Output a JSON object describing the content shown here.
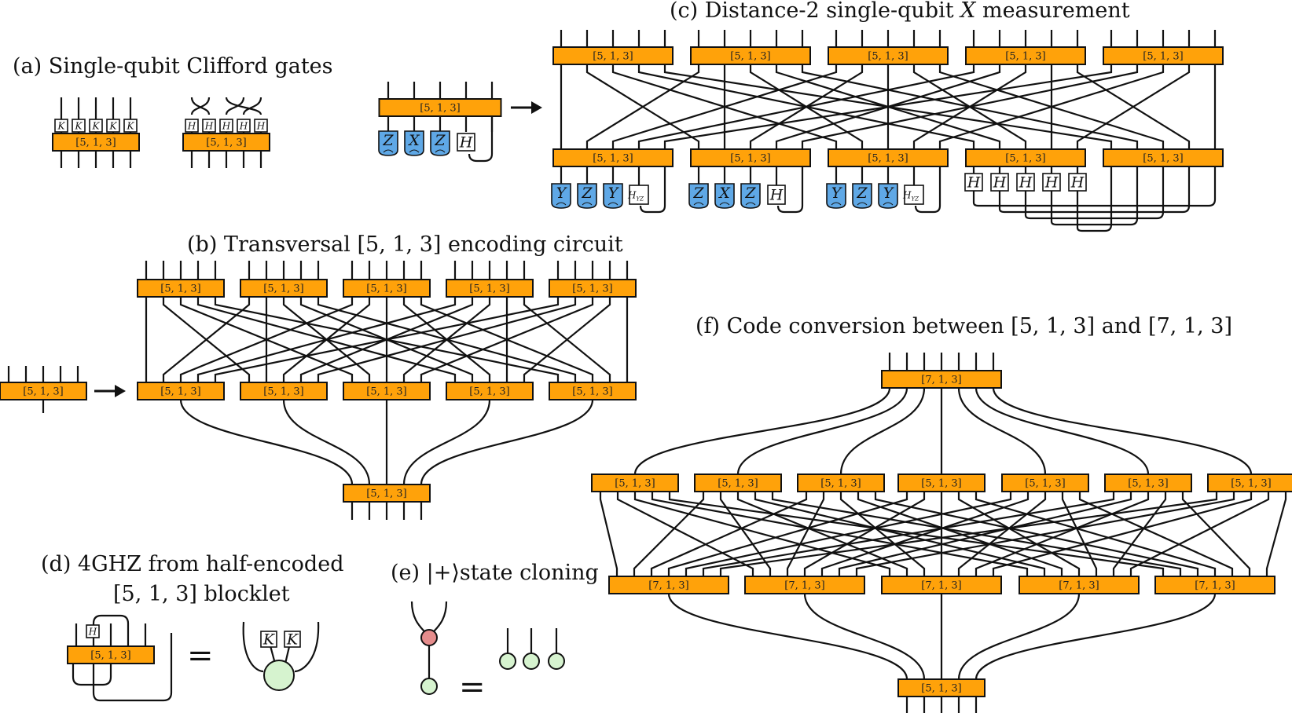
{
  "colors": {
    "block_fill": "#ffa20a",
    "measure_fill": "#5fa8e6",
    "node_red": "#e58c8c",
    "node_green": "#d6f3cf",
    "line": "#111111"
  },
  "titles": {
    "a": "(a) Single-qubit Clifford gates",
    "b": "(b) Transversal [5, 1, 3] encoding circuit",
    "c_pre": "(c) Distance-2 single-qubit ",
    "c_var": "X",
    "c_post": " measurement",
    "d1": "(d) 4GHZ from half-encoded",
    "d2": "[5, 1, 3] blocklet",
    "e_pre": "(e)  ",
    "e_ket": "|+⟩",
    "e_post": "state cloning",
    "f": "(f) Code conversion between [5, 1, 3] and [7, 1, 3]"
  },
  "block_labels": {
    "c513": "[5, 1, 3]",
    "c713": "[7, 1, 3]"
  },
  "gates": {
    "K": "K",
    "H": "H",
    "Hyz": "H",
    "Hyz_sub": "YZ",
    "X": "X",
    "Y": "Y",
    "Z": "Z"
  },
  "c_measure_rows": [
    [
      "Y",
      "Z",
      "Y",
      "Hyz"
    ],
    [
      "Z",
      "X",
      "Z",
      "H"
    ],
    [
      "Y",
      "Z",
      "Y",
      "Hyz"
    ]
  ],
  "c_input_gates": [
    "Z",
    "X",
    "Z",
    "H"
  ],
  "symbols": {
    "equals": "=",
    "arrow": "→"
  }
}
